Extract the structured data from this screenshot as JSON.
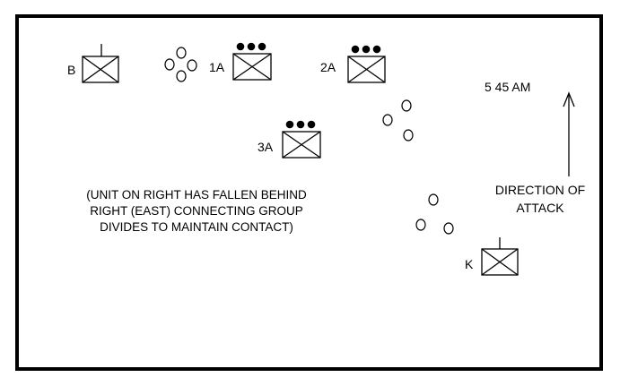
{
  "units": {
    "b": "B",
    "a1": "1A",
    "a2": "2A",
    "a3": "3A",
    "k": "K"
  },
  "time": "5 45 AM",
  "direction": {
    "line1": "DIRECTION OF",
    "line2": "ATTACK"
  },
  "note": {
    "line1": "(UNIT ON RIGHT HAS FALLEN BEHIND",
    "line2": "RIGHT (EAST) CONNECTING GROUP",
    "line3": "DIVIDES TO MAINTAIN CONTACT)"
  }
}
